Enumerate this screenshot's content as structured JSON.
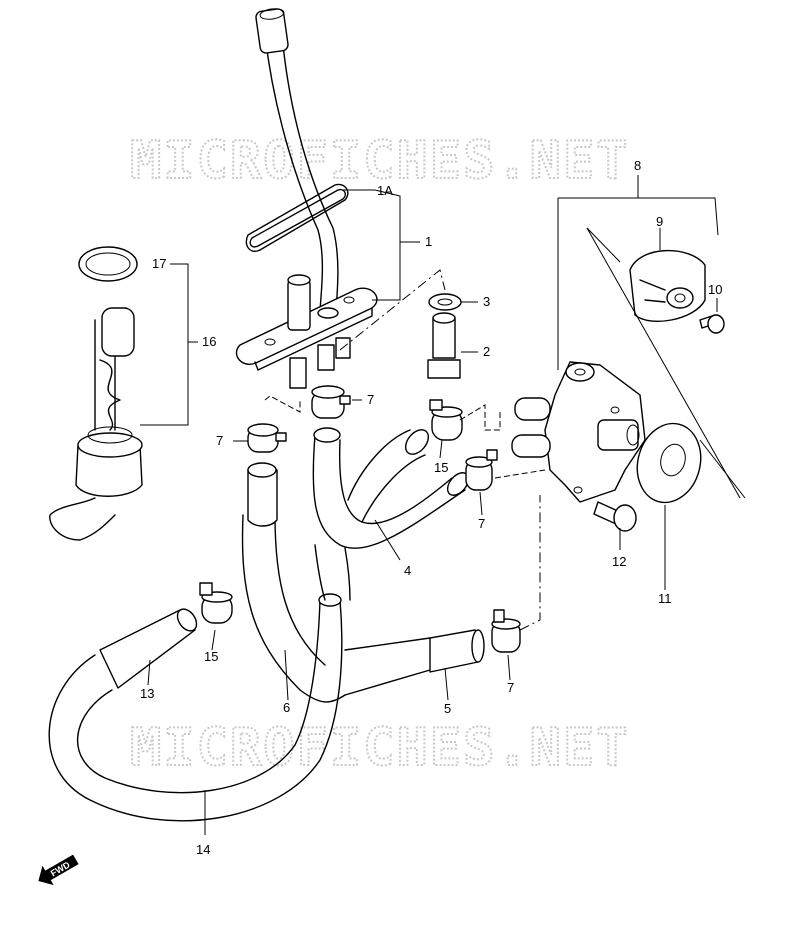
{
  "watermark": "MICROFICHES.NET",
  "fwd_label": "FWD",
  "callouts": {
    "p1": "1",
    "p1a": "1A",
    "p2": "2",
    "p3": "3",
    "p4": "4",
    "p5": "5",
    "p6": "6",
    "p7a": "7",
    "p7b": "7",
    "p7c": "7",
    "p7d": "7",
    "p8": "8",
    "p9": "9",
    "p10": "10",
    "p11": "11",
    "p12": "12",
    "p13": "13",
    "p14": "14",
    "p15a": "15",
    "p15b": "15",
    "p16": "16",
    "p17": "17"
  }
}
